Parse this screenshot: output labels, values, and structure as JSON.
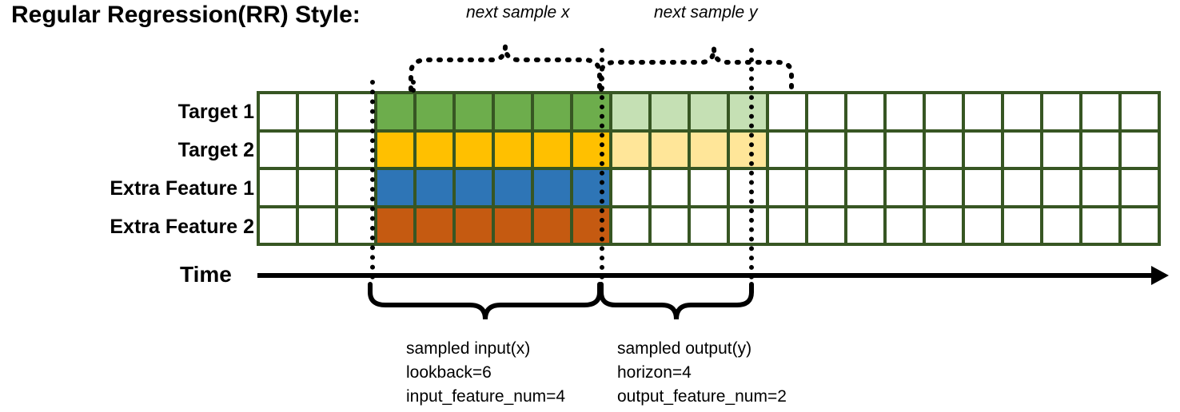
{
  "title": "Regular Regression(RR) Style:",
  "rows": [
    {
      "label": "Target 1",
      "fill": "#6DAD4C",
      "faded": "#C5E0B4",
      "has_output": true
    },
    {
      "label": "Target 2",
      "fill": "#FFC000",
      "faded": "#FFE699",
      "has_output": true
    },
    {
      "label": "Extra Feature 1",
      "fill": "#2E75B6",
      "faded": "",
      "has_output": false
    },
    {
      "label": "Extra Feature 2",
      "fill": "#C55A11",
      "faded": "",
      "has_output": false
    }
  ],
  "grid": {
    "total_columns": 23,
    "leading_blank_columns": 3,
    "input_columns": 6,
    "output_columns": 4,
    "trailing_blank_columns": 10,
    "border_color": "#375623",
    "empty_cell_color": "#FFFFFF"
  },
  "time_axis": {
    "label": "Time",
    "arrow": "right-arrow-icon"
  },
  "top_annotations": [
    {
      "text": "next sample x"
    },
    {
      "text": "next sample y"
    }
  ],
  "bottom_annotations": [
    {
      "line1": "sampled input(x)",
      "line2": "lookback=6",
      "line3": "input_feature_num=4"
    },
    {
      "line1": "sampled output(y)",
      "line2": "horizon=4",
      "line3": "output_feature_num=2"
    }
  ],
  "chart_data": {
    "type": "heatmap",
    "title": "Regular Regression(RR) Style:",
    "xlabel": "Time",
    "ylabel": "",
    "categories": [
      "Target 1",
      "Target 2",
      "Extra Feature 1",
      "Extra Feature 2"
    ],
    "x": [
      1,
      2,
      3,
      4,
      5,
      6,
      7,
      8,
      9,
      10,
      11,
      12,
      13,
      14,
      15,
      16,
      17,
      18,
      19,
      20,
      21,
      22,
      23
    ],
    "series": [
      {
        "name": "Target 1",
        "values": [
          "empty",
          "empty",
          "empty",
          "input",
          "input",
          "input",
          "input",
          "input",
          "input",
          "output",
          "output",
          "output",
          "output",
          "empty",
          "empty",
          "empty",
          "empty",
          "empty",
          "empty",
          "empty",
          "empty",
          "empty",
          "empty"
        ]
      },
      {
        "name": "Target 2",
        "values": [
          "empty",
          "empty",
          "empty",
          "input",
          "input",
          "input",
          "input",
          "input",
          "input",
          "output",
          "output",
          "output",
          "output",
          "empty",
          "empty",
          "empty",
          "empty",
          "empty",
          "empty",
          "empty",
          "empty",
          "empty",
          "empty"
        ]
      },
      {
        "name": "Extra Feature 1",
        "values": [
          "empty",
          "empty",
          "empty",
          "input",
          "input",
          "input",
          "input",
          "input",
          "input",
          "empty",
          "empty",
          "empty",
          "empty",
          "empty",
          "empty",
          "empty",
          "empty",
          "empty",
          "empty",
          "empty",
          "empty",
          "empty",
          "empty"
        ]
      },
      {
        "name": "Extra Feature 2",
        "values": [
          "empty",
          "empty",
          "empty",
          "input",
          "input",
          "input",
          "input",
          "input",
          "input",
          "empty",
          "empty",
          "empty",
          "empty",
          "empty",
          "empty",
          "empty",
          "empty",
          "empty",
          "empty",
          "empty",
          "empty",
          "empty",
          "empty"
        ]
      }
    ],
    "lookback": 6,
    "horizon": 4,
    "input_feature_num": 4,
    "output_feature_num": 2,
    "grid": true,
    "legend": "none"
  }
}
